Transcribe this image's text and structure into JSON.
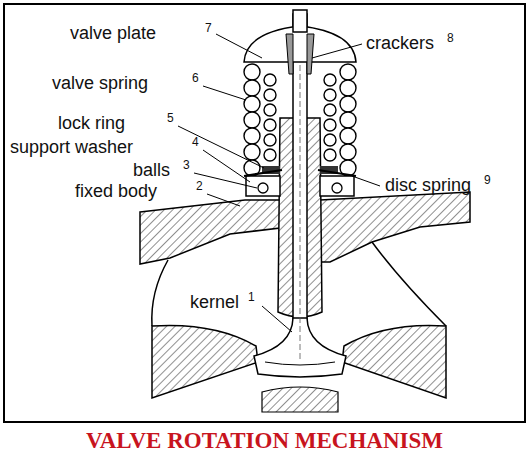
{
  "diagram": {
    "caption": "VALVE ROTATION MECHANISM",
    "labels": [
      "valve plate",
      "7",
      "crackers",
      "8",
      "valve spring",
      "6",
      "lock ring",
      "5",
      "support washer",
      "4",
      "balls",
      "3",
      "fixed body",
      "2",
      "disc spring",
      "9",
      "kernel",
      "1"
    ]
  }
}
